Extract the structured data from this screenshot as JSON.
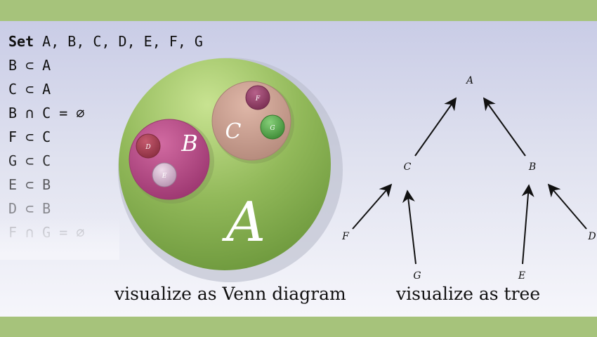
{
  "code_lines": [
    {
      "keyword": "Set",
      "text": " A, B, C, D, E, F, G",
      "opacity": 1
    },
    {
      "keyword": "",
      "text": "B ⊂ A",
      "opacity": 1
    },
    {
      "keyword": "",
      "text": "C ⊂ A",
      "opacity": 1
    },
    {
      "keyword": "",
      "text": "B ∩ C = ∅",
      "opacity": 1
    },
    {
      "keyword": "",
      "text": "F ⊂ C",
      "opacity": 1
    },
    {
      "keyword": "",
      "text": "G ⊂ C",
      "opacity": 0.85
    },
    {
      "keyword": "",
      "text": "E ⊂ B",
      "opacity": 0.65
    },
    {
      "keyword": "",
      "text": "D ⊂ B",
      "opacity": 0.45
    },
    {
      "keyword": "",
      "text": "F ∩ G = ∅",
      "opacity": 0.25
    }
  ],
  "venn": {
    "sets": [
      {
        "name": "A",
        "color": "#8db557"
      },
      {
        "name": "B",
        "color": "#b5447f"
      },
      {
        "name": "C",
        "color": "#c49a8c"
      },
      {
        "name": "D",
        "color": "#a3394f"
      },
      {
        "name": "E",
        "color": "#c9a7c4"
      },
      {
        "name": "F",
        "color": "#8e3d63"
      },
      {
        "name": "G",
        "color": "#4e9a45"
      }
    ],
    "caption": "visualize as Venn diagram"
  },
  "tree": {
    "nodes": [
      "A",
      "B",
      "C",
      "D",
      "E",
      "F",
      "G"
    ],
    "edges": [
      {
        "from": "C",
        "to": "A"
      },
      {
        "from": "B",
        "to": "A"
      },
      {
        "from": "F",
        "to": "C"
      },
      {
        "from": "G",
        "to": "C"
      },
      {
        "from": "E",
        "to": "B"
      },
      {
        "from": "D",
        "to": "B"
      }
    ],
    "caption": "visualize as tree"
  }
}
